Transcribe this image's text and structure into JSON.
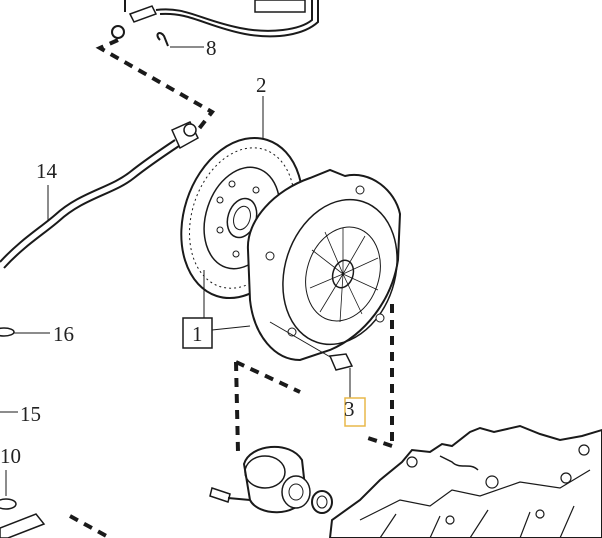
{
  "diagram": {
    "callouts": {
      "c1": "1",
      "c2": "2",
      "c3": "3",
      "c8": "8",
      "c10": "10",
      "c14": "14",
      "c15": "15",
      "c16": "16"
    },
    "highlight_color": "#e8b84a"
  }
}
